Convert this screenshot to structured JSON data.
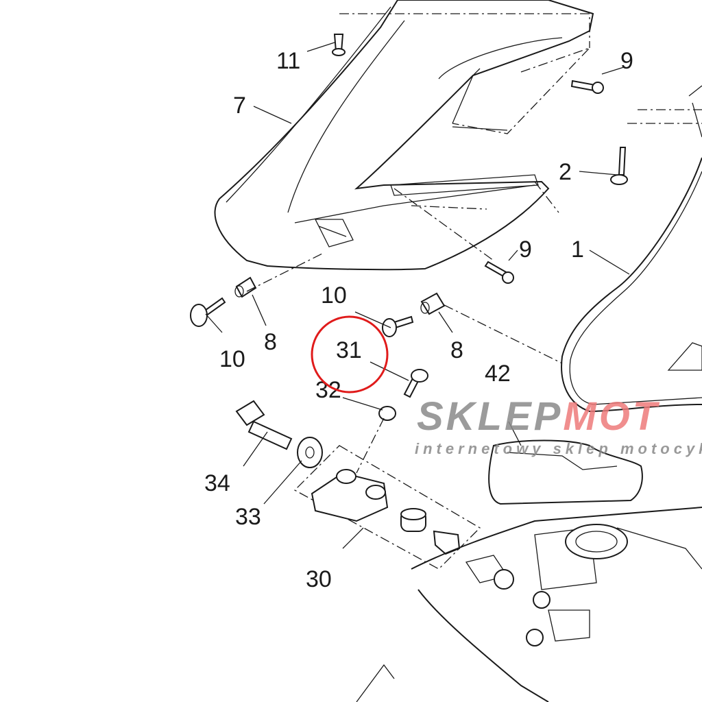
{
  "callouts": [
    "11",
    "9",
    "7",
    "2",
    "9",
    "1",
    "10",
    "8",
    "10",
    "8",
    "31",
    "32",
    "42",
    "34",
    "33",
    "30"
  ],
  "watermark": {
    "brand_gray": "SKLEP",
    "brand_red": "MOT",
    "tagline": "internetowy sklep motocykl"
  },
  "colors": {
    "highlight_circle": "#e01b1b",
    "watermark_gray": "#8a8a8a",
    "watermark_red": "#ee7b7b"
  }
}
